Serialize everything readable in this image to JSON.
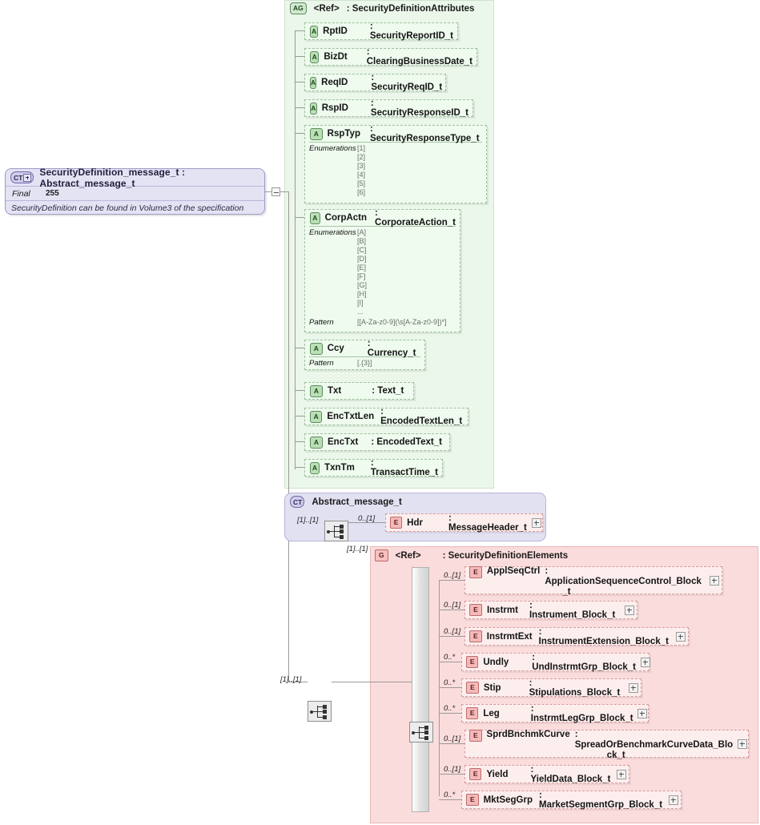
{
  "diagram": {
    "type": "xsd-schema-diagram",
    "colors": {
      "complex_type": "#e4e3f3",
      "attribute_group": "#eaf7ea",
      "element_group": "#fbdcdc",
      "attribute_node": "#eefbee",
      "element_node": "#fdeeee"
    }
  },
  "root": {
    "icon": "complex-type-icon",
    "icon_label": "CT",
    "title": "SecurityDefinition_message_t : Abstract_message_t",
    "properties": [
      {
        "key": "Final",
        "value": "255"
      }
    ],
    "documentation": "SecurityDefinition can be found in Volume3 of the specification"
  },
  "attribute_group": {
    "icon_label": "AG",
    "ref": "<Ref>",
    "name": ": SecurityDefinitionAttributes",
    "attributes": [
      {
        "icon": "A",
        "name": "RptID",
        "type": ": SecurityReportID_t"
      },
      {
        "icon": "A",
        "name": "BizDt",
        "type": ": ClearingBusinessDate_t"
      },
      {
        "icon": "A",
        "name": "ReqID",
        "type": ": SecurityReqID_t"
      },
      {
        "icon": "A",
        "name": "RspID",
        "type": ": SecurityResponseID_t"
      },
      {
        "icon": "A",
        "name": "RspTyp",
        "type": ": SecurityResponseType_t",
        "facets": [
          {
            "label": "Enumerations",
            "values": [
              "[1]",
              "[2]",
              "[3]",
              "[4]",
              "[5]",
              "[6]"
            ]
          }
        ]
      },
      {
        "icon": "A",
        "name": "CorpActn",
        "type": ": CorporateAction_t",
        "facets": [
          {
            "label": "Enumerations",
            "values": [
              "[A]",
              "[B]",
              "[C]",
              "[D]",
              "[E]",
              "[F]",
              "[G]",
              "[H]",
              "[I]",
              "..."
            ]
          },
          {
            "label": "Pattern",
            "values": [
              "[[A-Za-z0-9](\\s[A-Za-z0-9])*]"
            ]
          }
        ]
      },
      {
        "icon": "A",
        "name": "Ccy",
        "type": ": Currency_t",
        "facets": [
          {
            "label": "Pattern",
            "values": [
              "[.{3}]"
            ]
          }
        ]
      },
      {
        "icon": "A",
        "name": "Txt",
        "type": ": Text_t"
      },
      {
        "icon": "A",
        "name": "EncTxtLen",
        "type": ": EncodedTextLen_t"
      },
      {
        "icon": "A",
        "name": "EncTxt",
        "type": ": EncodedText_t"
      },
      {
        "icon": "A",
        "name": "TxnTm",
        "type": ": TransactTime_t"
      }
    ]
  },
  "abstract_message": {
    "icon_label": "CT",
    "title": "Abstract_message_t",
    "sequence_cardinality": "[1]..[1]",
    "elements": [
      {
        "icon": "E",
        "cardinality": "0..[1]",
        "name": "Hdr",
        "type": ": MessageHeader_t",
        "expandable": true
      }
    ]
  },
  "element_group": {
    "icon_label": "G",
    "ref": "<Ref>",
    "name": ": SecurityDefinitionElements",
    "outer_cardinality": "[1]..[1]",
    "sequence_cardinality": "[1]..[1]",
    "elements": [
      {
        "icon": "E",
        "cardinality": "0..[1]",
        "name": "ApplSeqCtrl",
        "type": ": ApplicationSequenceControl_Block_t",
        "type_line2": "_t",
        "type_line1": ": ApplicationSequenceControl_Block",
        "wrapped": true,
        "expandable": true
      },
      {
        "icon": "E",
        "cardinality": "0..[1]",
        "name": "Instrmt",
        "type": ": Instrument_Block_t",
        "expandable": true
      },
      {
        "icon": "E",
        "cardinality": "0..[1]",
        "name": "InstrmtExt",
        "type": ": InstrumentExtension_Block_t",
        "expandable": true
      },
      {
        "icon": "E",
        "cardinality": "0..*",
        "name": "Undly",
        "type": ": UndInstrmtGrp_Block_t",
        "expandable": true
      },
      {
        "icon": "E",
        "cardinality": "0..*",
        "name": "Stip",
        "type": ": Stipulations_Block_t",
        "expandable": true
      },
      {
        "icon": "E",
        "cardinality": "0..*",
        "name": "Leg",
        "type": ": InstrmtLegGrp_Block_t",
        "expandable": true
      },
      {
        "icon": "E",
        "cardinality": "0..[1]",
        "name": "SprdBnchmkCurve",
        "type": ": SpreadOrBenchmarkCurveData_Block_t",
        "type_line1": ": SpreadOrBenchmarkCurveData_Blo",
        "type_line2": "ck_t",
        "wrapped": true,
        "expandable": true
      },
      {
        "icon": "E",
        "cardinality": "0..[1]",
        "name": "Yield",
        "type": ": YieldData_Block_t",
        "expandable": true
      },
      {
        "icon": "E",
        "cardinality": "0..*",
        "name": "MktSegGrp",
        "type": ": MarketSegmentGrp_Block_t",
        "expandable": true
      }
    ]
  },
  "connectors": {
    "root_collapse": "minus"
  }
}
